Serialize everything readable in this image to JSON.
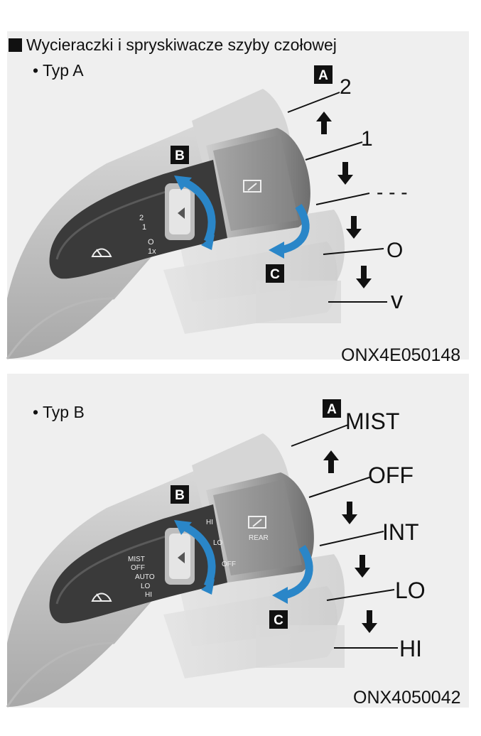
{
  "heading": "Wycieraczki i spryskiwacze szyby czołowej",
  "type_a": {
    "title": "• Typ A",
    "code": "ONX4E050148",
    "marker_a": "A",
    "marker_b": "B",
    "marker_c": "C",
    "positions": [
      "2",
      "1",
      "- - -",
      "O",
      "v"
    ],
    "stalk_labels": [
      "2",
      "1",
      "O",
      "1x"
    ]
  },
  "type_b": {
    "title": "• Typ B",
    "code": "ONX4050042",
    "marker_a": "A",
    "marker_b": "B",
    "marker_c": "C",
    "positions": [
      "MIST",
      "OFF",
      "INT",
      "LO",
      "HI"
    ],
    "stalk_labels": [
      "MIST",
      "OFF",
      "AUTO",
      "LO",
      "HI"
    ],
    "knob_labels": [
      "HI",
      "LO",
      "OFF"
    ],
    "rear_label": "REAR"
  },
  "colors": {
    "arrow_blue": "#2a86c8",
    "panel_bg": "#efefef",
    "stalk_dark": "#3a3a3a"
  }
}
